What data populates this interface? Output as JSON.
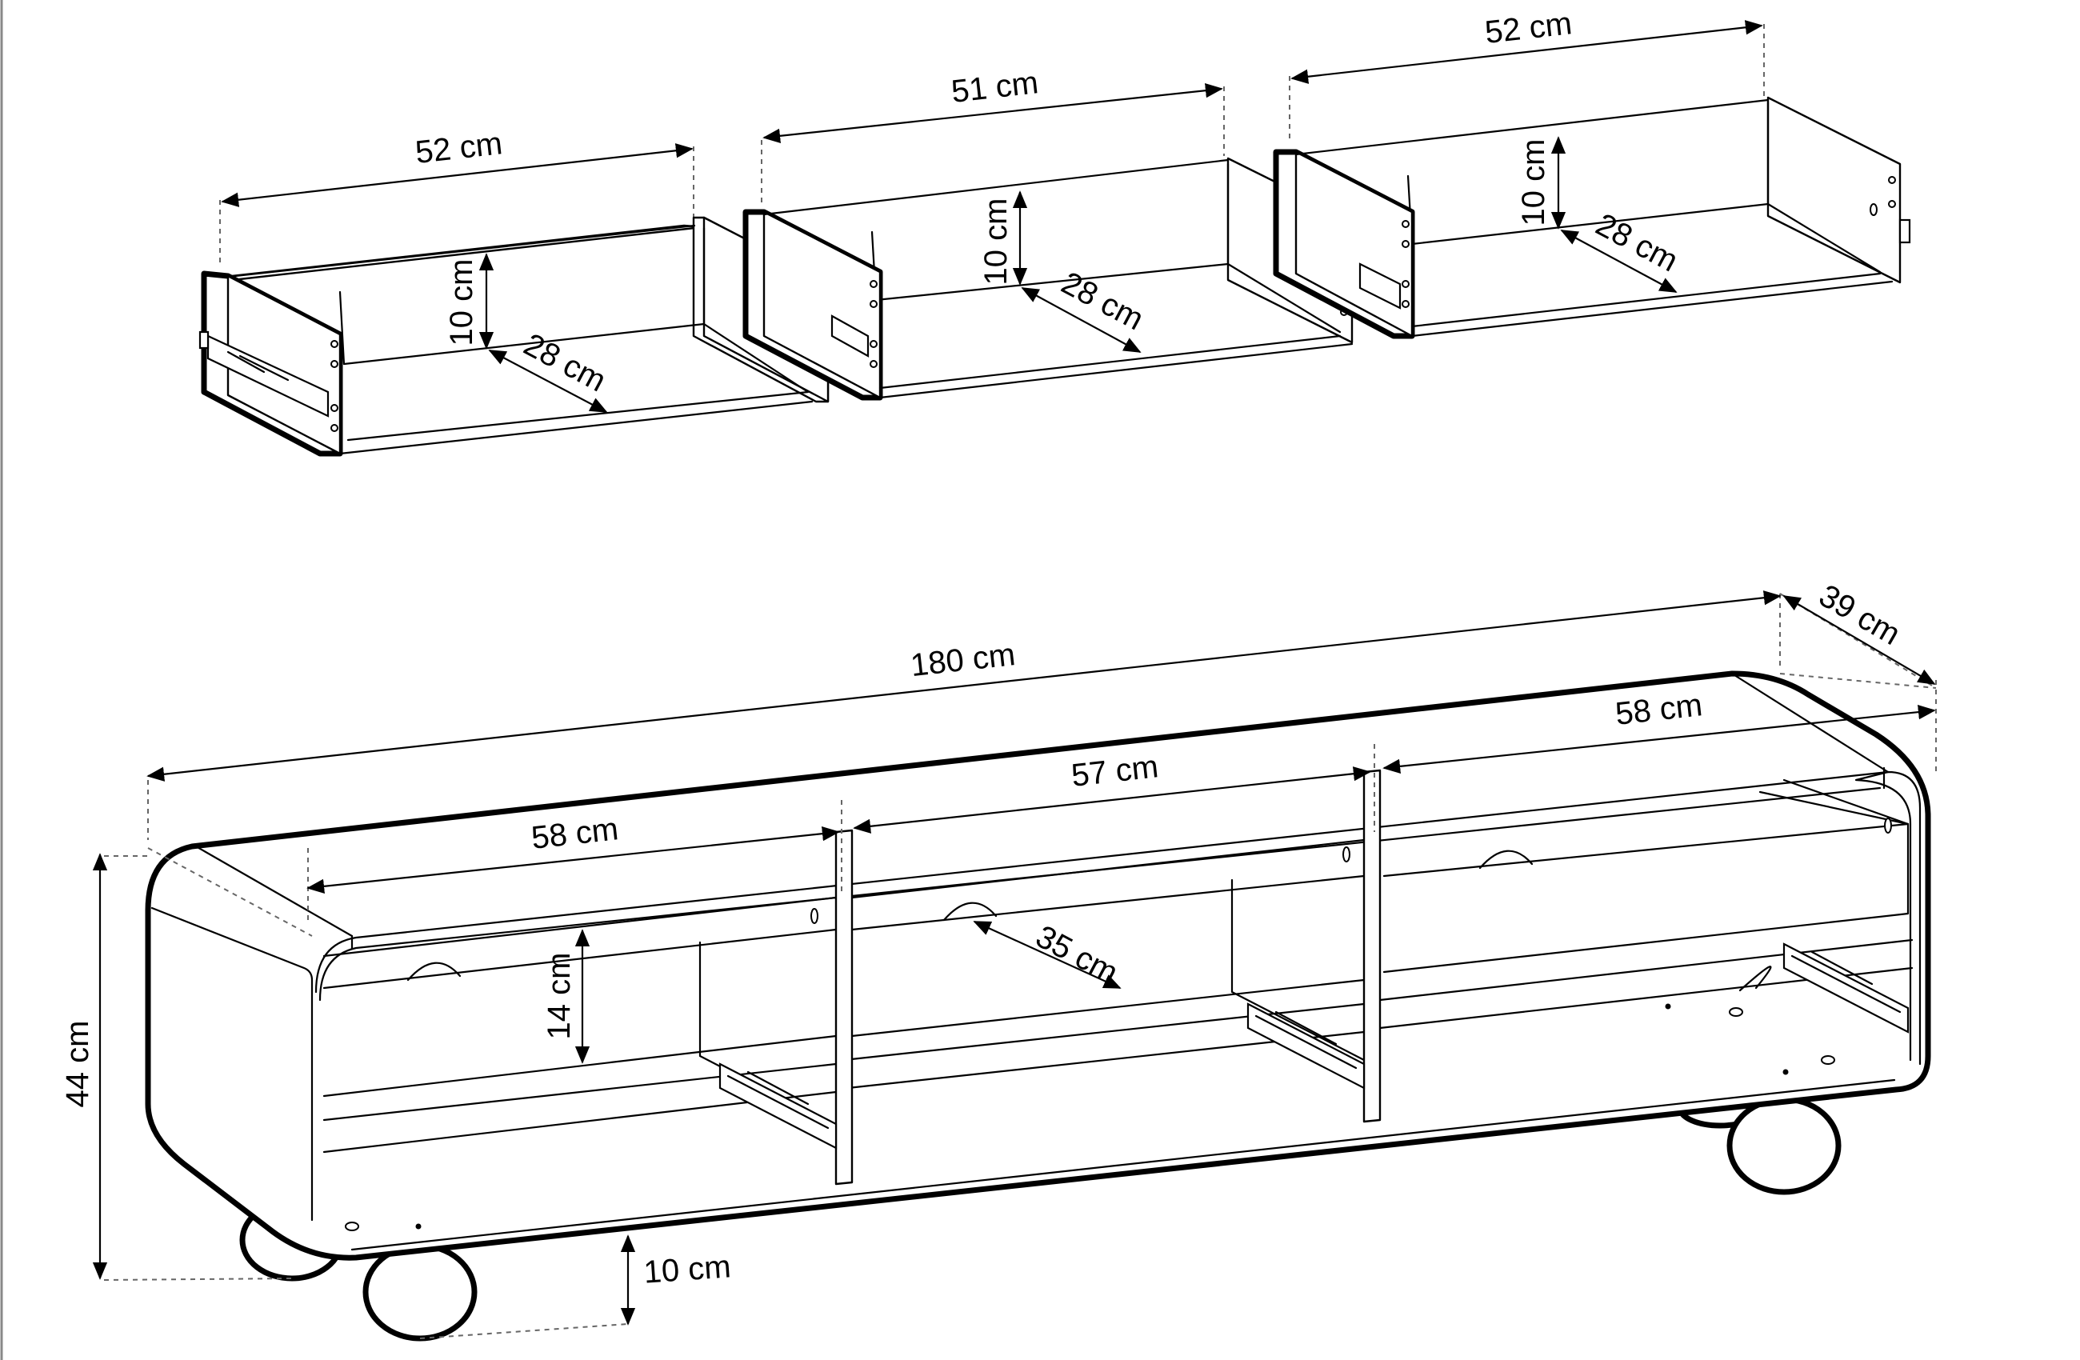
{
  "diagram": {
    "drawers": [
      {
        "id": "left",
        "width_label": "52 cm",
        "height_label": "10 cm",
        "depth_label": "28 cm"
      },
      {
        "id": "middle",
        "width_label": "51 cm",
        "height_label": "10 cm",
        "depth_label": "28 cm"
      },
      {
        "id": "right",
        "width_label": "52 cm",
        "height_label": "10 cm",
        "depth_label": "28 cm"
      }
    ],
    "cabinet": {
      "total_width_label": "180 cm",
      "depth_label": "39 cm",
      "height_label": "44 cm",
      "leg_height_label": "10 cm",
      "shelf_height_label": "14 cm",
      "inner_depth_label": "35 cm",
      "compartments": [
        "58 cm",
        "57 cm",
        "58 cm"
      ]
    }
  }
}
